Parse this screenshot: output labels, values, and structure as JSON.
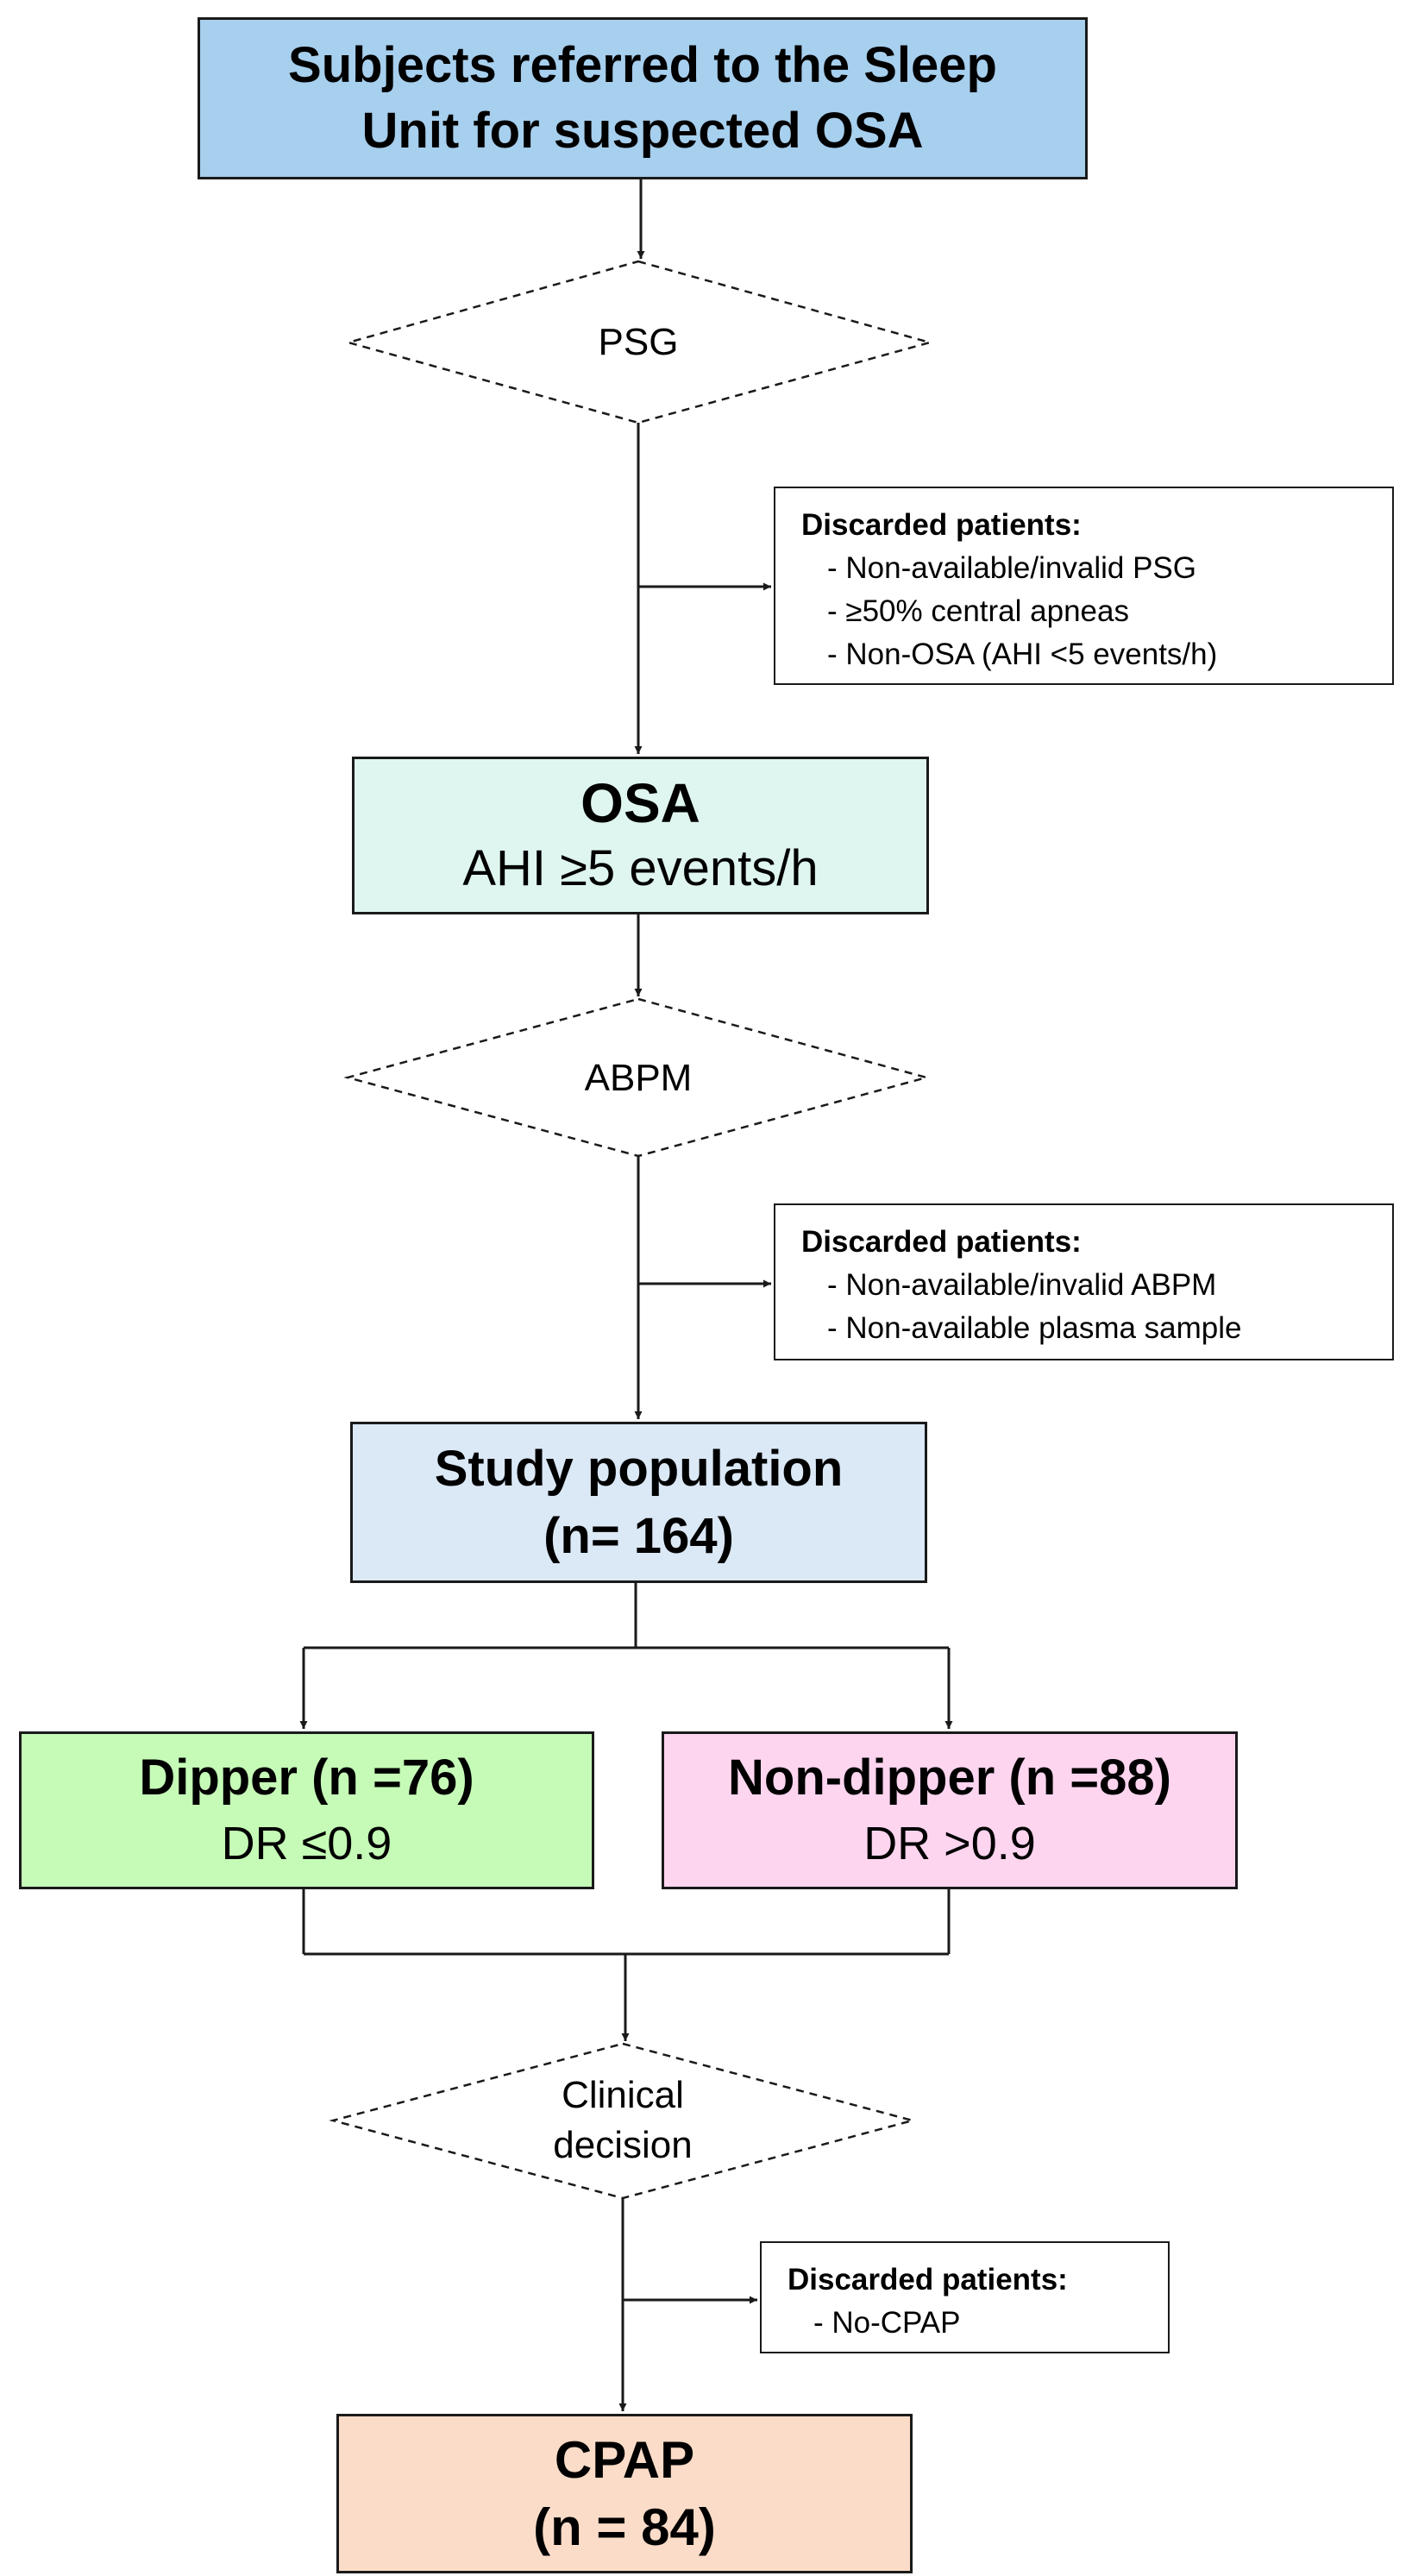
{
  "start_box": {
    "lines": [
      "Subjects referred to the Sleep",
      "Unit for suspected OSA"
    ],
    "color": "#a7cfee"
  },
  "decision_psg": {
    "label": "PSG"
  },
  "discard_1": {
    "heading": "Discarded patients:",
    "items": [
      "- Non-available/invalid PSG",
      "- ≥50% central apneas",
      "- Non-OSA (AHI <5 events/h)"
    ]
  },
  "osa_box": {
    "title": "OSA",
    "subtitle": "AHI ≥5 events/h",
    "color": "#dff6f0"
  },
  "decision_abpm": {
    "label": "ABPM"
  },
  "discard_2": {
    "heading": "Discarded patients:",
    "items": [
      "- Non-available/invalid ABPM",
      "- Non-available plasma sample"
    ]
  },
  "study_box": {
    "title": "Study population",
    "subtitle": "(n= 164)",
    "color": "#dbe8f6"
  },
  "dipper_box": {
    "title": "Dipper (n =76)",
    "subtitle": "DR ≤0.9",
    "color": "#c5fbb7"
  },
  "nondipper_box": {
    "title": "Non-dipper (n =88)",
    "subtitle": "DR >0.9",
    "color": "#fdd5ef"
  },
  "decision_clinical": {
    "lines": [
      "Clinical",
      "decision"
    ]
  },
  "discard_3": {
    "heading": "Discarded patients:",
    "items": [
      "- No-CPAP"
    ]
  },
  "cpap_box": {
    "title": "CPAP",
    "subtitle": "(n = 84)",
    "color": "#fbdcc8"
  }
}
